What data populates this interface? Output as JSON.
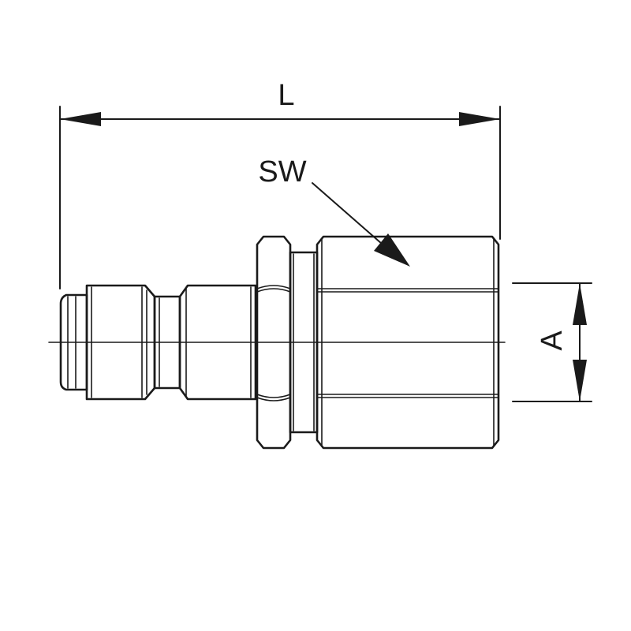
{
  "labels": {
    "length": "L",
    "wrench_size": "SW",
    "thread": "A"
  },
  "colors": {
    "line": "#1a1a1a",
    "background": "#ffffff"
  }
}
